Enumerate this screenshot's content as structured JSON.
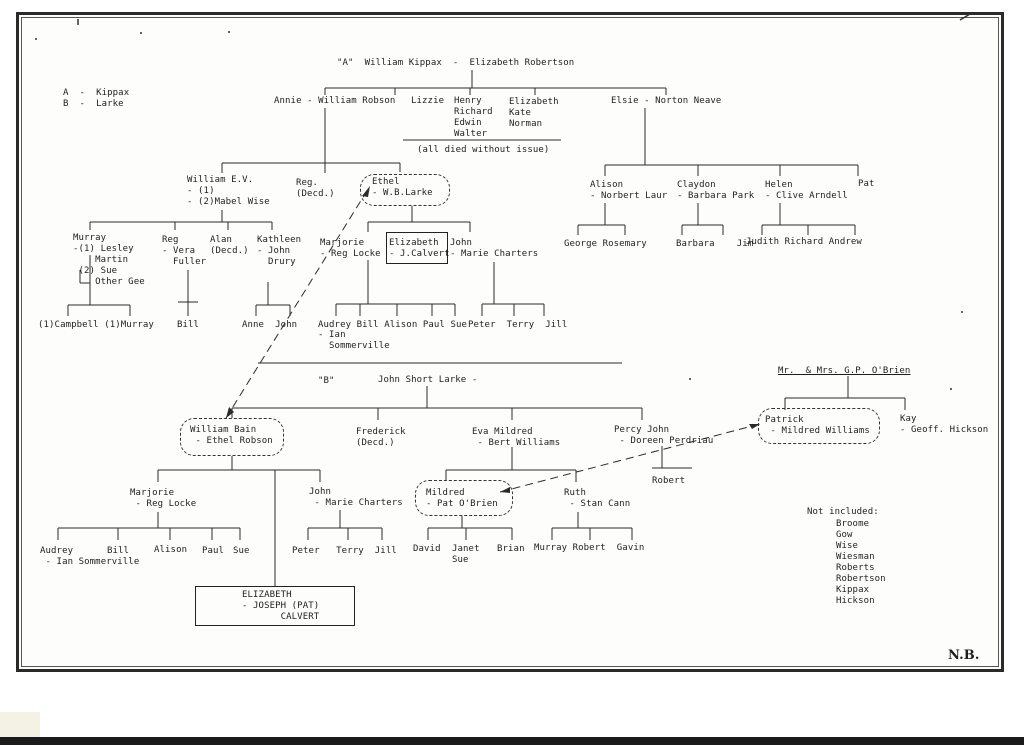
{
  "legend": {
    "a": "A  -  Kippax",
    "b": "B  -  Larke"
  },
  "tree_a": {
    "root": "\"A\"  William Kippax  -  Elizabeth Robertson",
    "annie": "Annie - William Robson",
    "lizzie": "Lizzie",
    "henry": "Henry\nRichard\nEdwin\nWalter",
    "elizabeth_kate": "Elizabeth\nKate\nNorman",
    "no_issue": "(all died without issue)",
    "elsie": "Elsie - Norton Neave",
    "william_ev": "William E.V.\n- (1)\n- (2)Mabel Wise",
    "reg_decd": "Reg.\n(Decd.)",
    "ethel": "Ethel\n- W.B.Larke",
    "alison": "Alison\n- Norbert Laur",
    "claydon": "Claydon\n- Barbara Park",
    "helen": "Helen\n- Clive Arndell",
    "pat": "Pat",
    "murray": "Murray\n-(1) Lesley\n    Martin\n (2) Sue\n    Other Gee",
    "reg_vera": "Reg\n- Vera\n  Fuller",
    "alan": "Alan\n(Decd.)",
    "kathleen": "Kathleen\n- John\n  Drury",
    "marjorie": "Marjorie\n- Reg Locke",
    "elizabeth_calvert": "Elizabeth\n- J.Calvert",
    "john_marie": "John\n- Marie Charters",
    "george_rosemary": "George Rosemary",
    "barbara_jim": "Barbara    Jim",
    "judith_row": "Judith Richard Andrew",
    "campbell_murray": "(1)Campbell (1)Murray",
    "bill": "Bill",
    "anne_john": "Anne  John",
    "audrey_row": "Audrey Bill Alison Paul Sue",
    "ian_sommerville": "- Ian\n  Sommerville",
    "peter_row": "Peter  Terry  Jill"
  },
  "tree_b": {
    "root": "John Short Larke -",
    "label": "\"B\"",
    "william_bain": "William Bain\n - Ethel Robson",
    "frederick": "Frederick\n(Decd.)",
    "eva": "Eva Mildred\n - Bert Williams",
    "percy": "Percy John\n - Doreen Perdriau",
    "robert": "Robert",
    "marjorie": "Marjorie\n - Reg Locke",
    "john_marie": "John\n - Marie Charters",
    "mildred": "Mildred\n- Pat O'Brien",
    "ruth": "Ruth\n - Stan Cann",
    "audrey": "Audrey\n - Ian Sommerville",
    "bill": "Bill",
    "alison": "Alison",
    "paul": "Paul",
    "sue": "Sue",
    "peter_row": "Peter   Terry  Jill",
    "david": "David",
    "janet": "Janet\nSue",
    "brian": "Brian",
    "murray_row": "Murray Robert  Gavin",
    "elizabeth_joseph": "ELIZABETH\n- JOSEPH (PAT)\n       CALVERT"
  },
  "obrien": {
    "root": "Mr.  & Mrs. G.P. O'Brien",
    "patrick": "Patrick\n - Mildred Williams",
    "kay": "Kay\n- Geoff. Hickson"
  },
  "not_included": {
    "heading": "Not included:",
    "names": "Broome\nGow\nWise\nWiesman\nRoberts\nRobertson\nKippax\nHickson"
  },
  "initials": "N.B."
}
